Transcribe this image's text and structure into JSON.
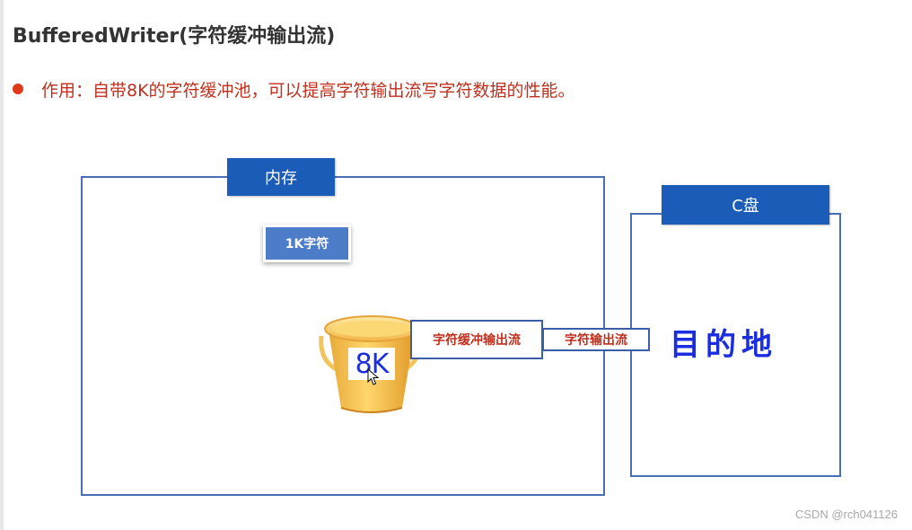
{
  "header": {
    "title": "BufferedWriter(字符缓冲输出流)"
  },
  "bullet": {
    "text": "作用：自带8K的字符缓冲池，可以提高字符输出流写字符数据的性能。",
    "dot_color": "#e03a1c"
  },
  "diagram": {
    "memory_label": "内存",
    "disk_label": "C盘",
    "char_chip_label": "1K字符",
    "bucket_label": "8K",
    "buffered_stream_label": "字符缓冲输出流",
    "char_stream_label": "字符输出流",
    "destination_label": "目的地",
    "box_color": "#1a5cb8",
    "handwriting_color": "#1a2ee0",
    "stream_text_color": "#c0301f"
  },
  "icons": {
    "bucket": "bucket-icon",
    "cursor": "mouse-cursor-icon"
  },
  "watermark": {
    "text": "CSDN @rch041126"
  }
}
